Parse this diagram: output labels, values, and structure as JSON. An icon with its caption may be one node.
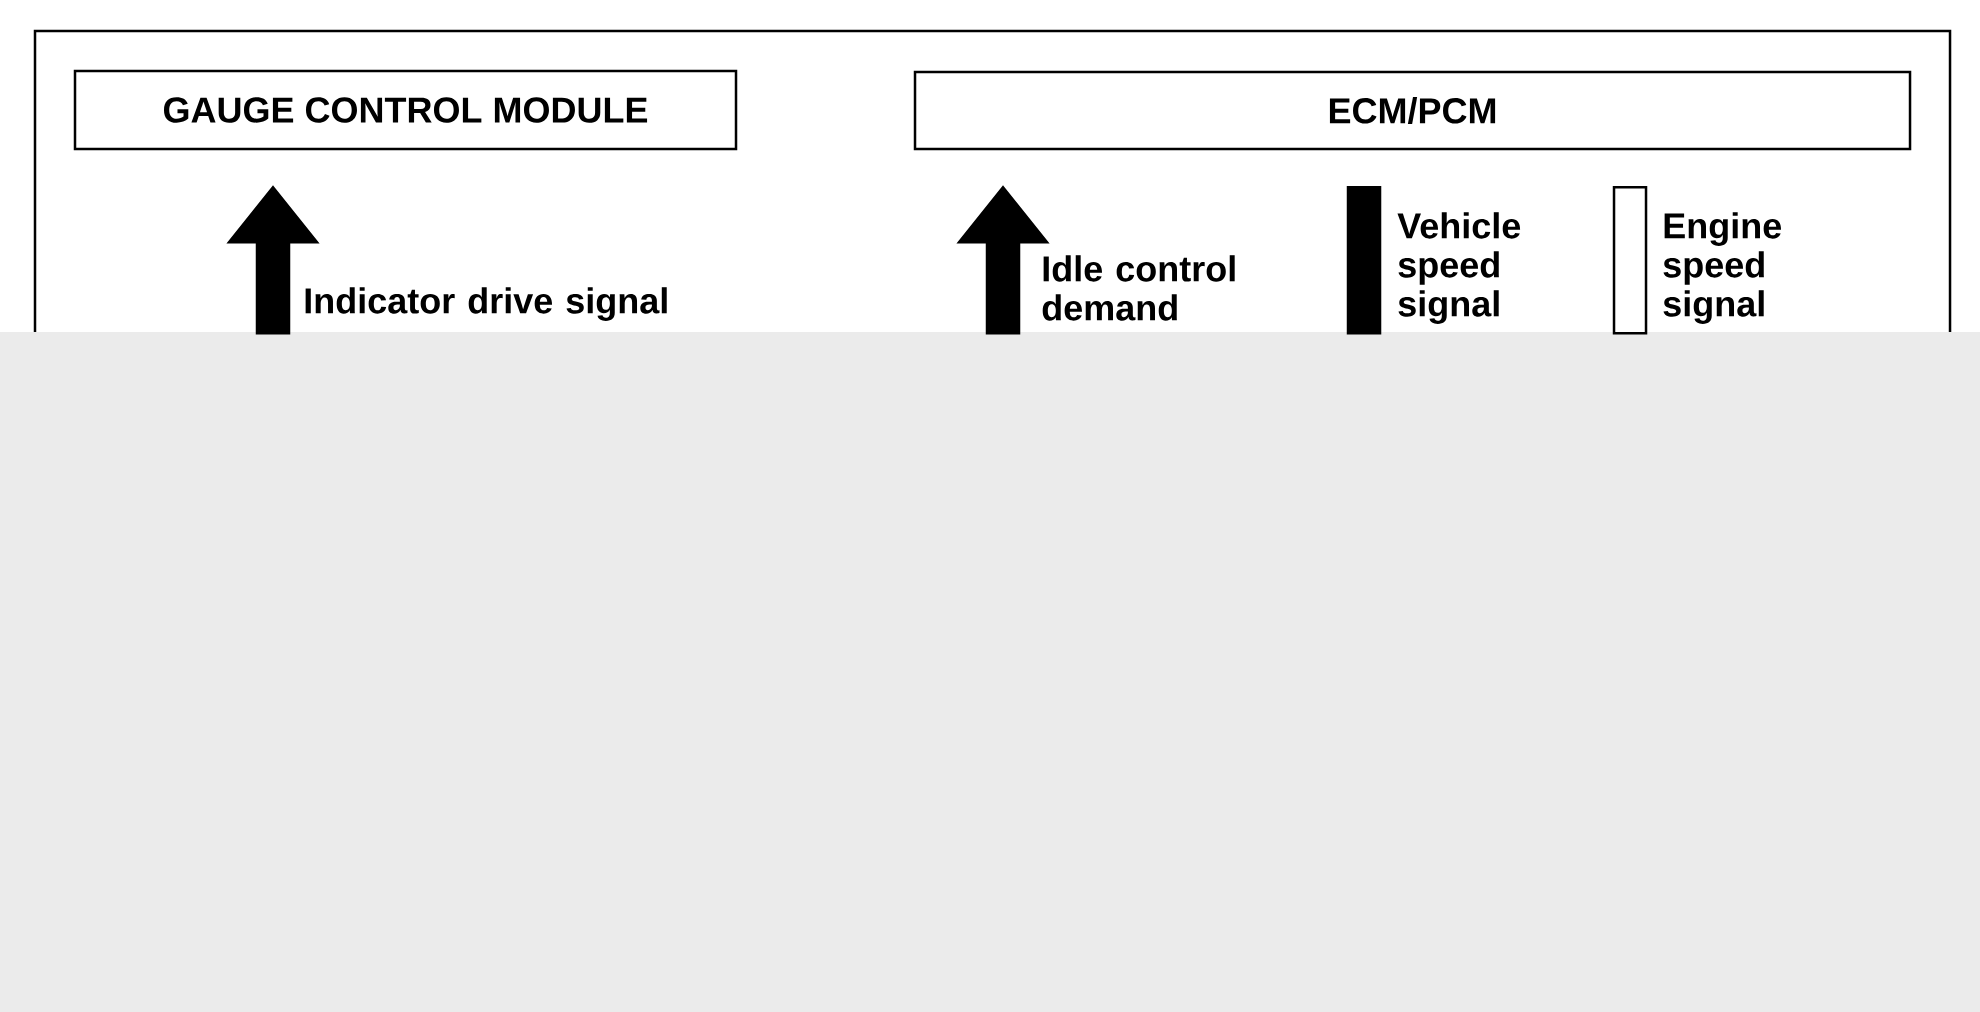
{
  "diagram": {
    "nodes": [
      {
        "text": [
          "GAUGE CONTROL MODULE"
        ]
      },
      {
        "text": [
          "ECM/PCM"
        ]
      }
    ],
    "edges": [
      {
        "from": null,
        "to": 0,
        "arrow": "to",
        "label": "Indicator drive signal"
      },
      {
        "from": null,
        "to": 1,
        "arrow": "to",
        "label": "Idle control demand"
      },
      {
        "from": 1,
        "to": null,
        "arrow": "none",
        "label": "Vehicle speed signal"
      },
      {
        "from": 1,
        "to": null,
        "arrow": "none",
        "label": "Engine speed signal",
        "color": "#ffffff"
      }
    ]
  }
}
